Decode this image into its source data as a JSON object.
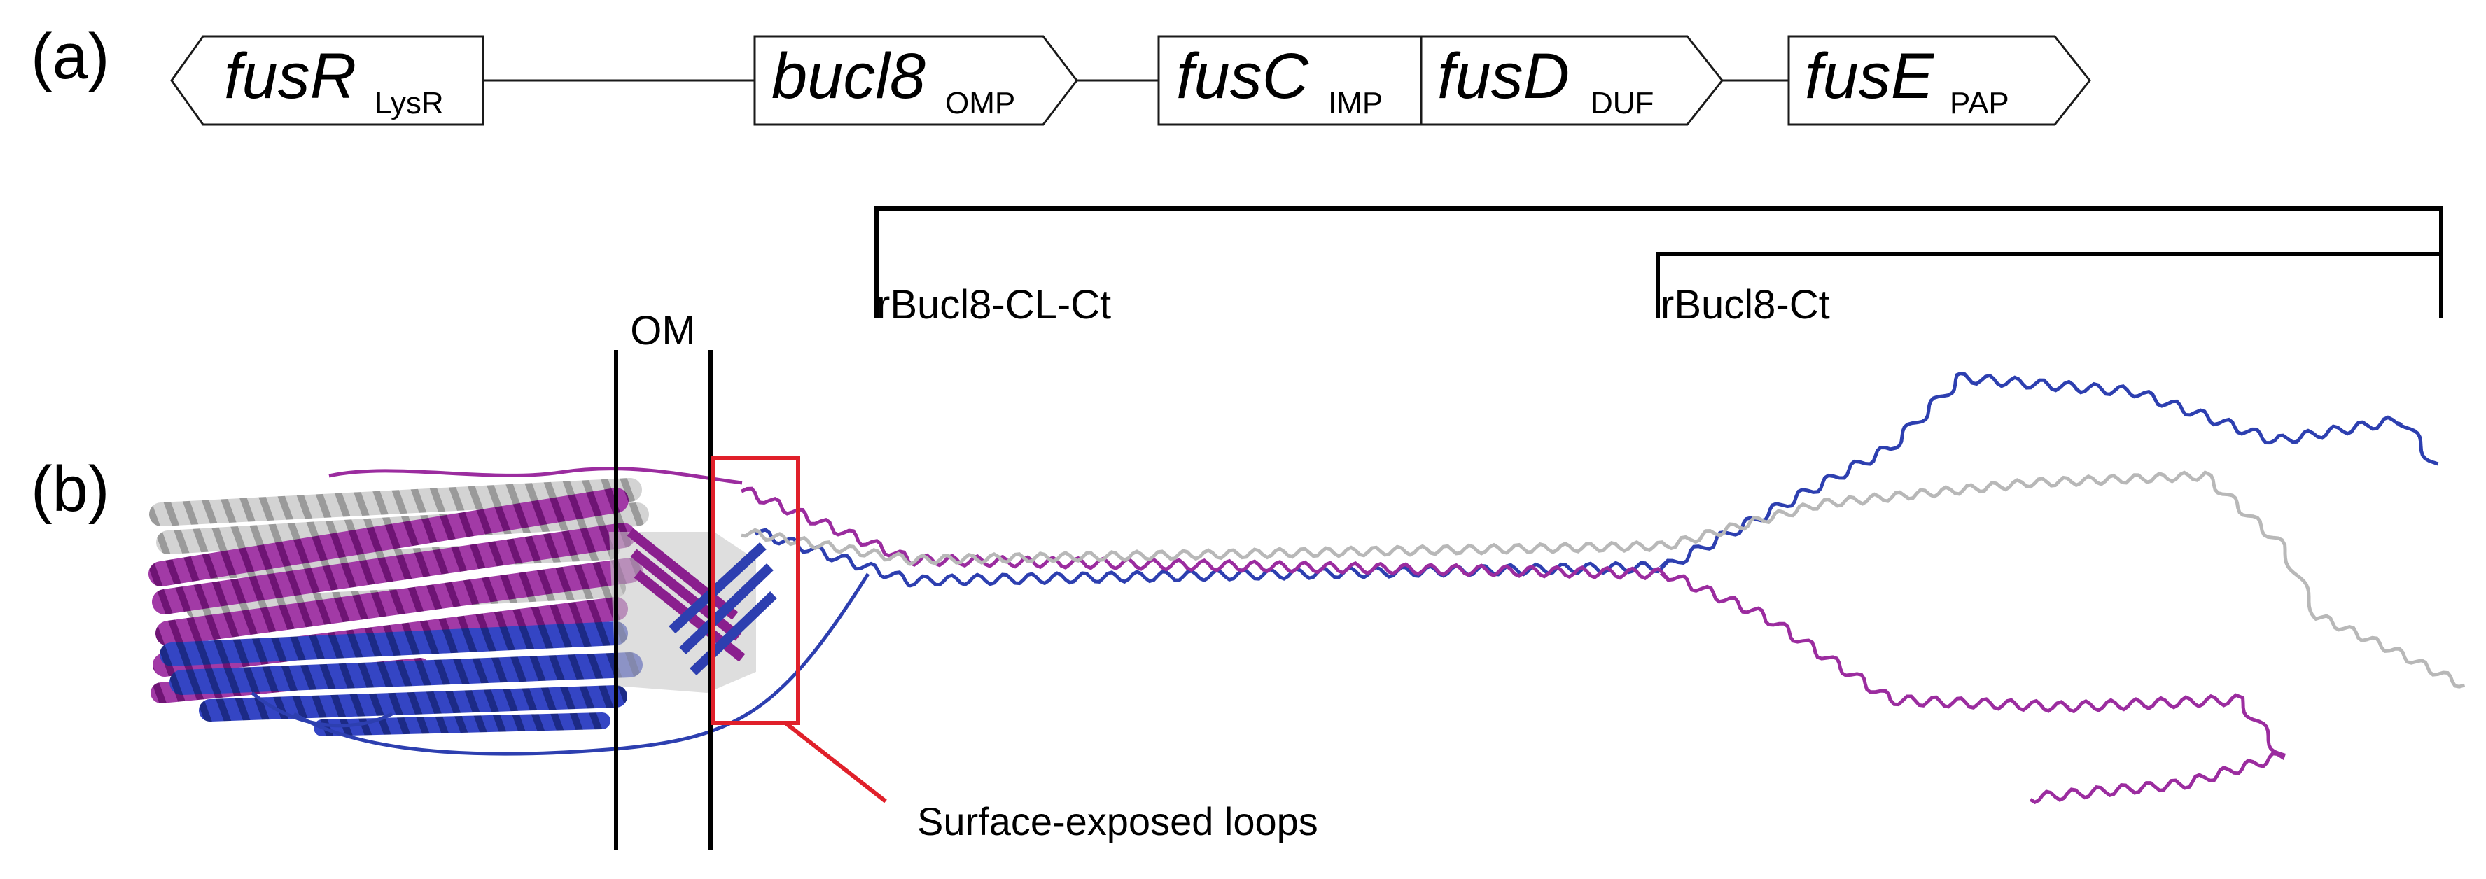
{
  "panel_a": {
    "label": "(a)",
    "genes": [
      {
        "name": "fusR",
        "sub": "LysR"
      },
      {
        "name": "bucl8",
        "sub": "OMP"
      },
      {
        "name": "fusC",
        "sub": "IMP"
      },
      {
        "name": "fusD",
        "sub": "DUF"
      },
      {
        "name": "fusE",
        "sub": "PAP"
      }
    ]
  },
  "constructs": {
    "long_label": "rBucl8-CL-Ct",
    "short_label": "rBucl8-Ct"
  },
  "panel_b": {
    "label": "(b)",
    "membrane_label": "OM",
    "callout": "Surface-exposed loops",
    "colors": {
      "chain_a": "#9b2c9f",
      "chain_b": "#2d3fb0",
      "chain_c": "#bdbdbd",
      "callout": "#e0202a"
    }
  }
}
